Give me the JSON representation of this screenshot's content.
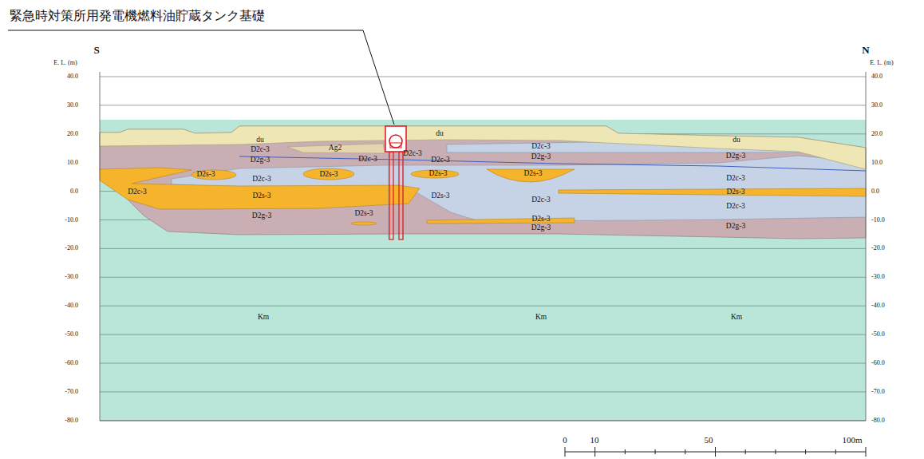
{
  "diagram": {
    "labels": [
      "緊急時対策所用発電機燃料油貯蔵タンク基礎",
      "S",
      "N",
      "E. L. (m)",
      "E. L. (m)",
      "40.0",
      "30.0",
      "20.0",
      "10.0",
      "0.0",
      "-10.0",
      "-20.0",
      "-30.0",
      "-40.0",
      "-50.0",
      "-60.0",
      "-70.0",
      "-80.0",
      "40.0",
      "30.0",
      "20.0",
      "10.0",
      "0.0",
      "-10.0",
      "-20.0",
      "-30.0",
      "-40.0",
      "-50.0",
      "-60.0",
      "-70.0",
      "-80.0",
      "du",
      "D2c-3",
      "D2g-3",
      "Ag2",
      "D2c-3",
      "D2c-3",
      "D2c-3",
      "du",
      "D2c-3",
      "D2g-3",
      "du",
      "D2g-3",
      "D2s-3",
      "D2c-3",
      "D2s-3",
      "D2s-3",
      "D2s-3",
      "D2c-3",
      "D2c-3",
      "D2s-3",
      "D2s-3",
      "D2c-3",
      "D2s-3",
      "D2c-3",
      "D2g-3",
      "D2s-3",
      "D2s-3",
      "D2g-3",
      "D2g-3",
      "Km",
      "Km",
      "Km",
      "0",
      "10",
      "50",
      "100m"
    ]
  }
}
